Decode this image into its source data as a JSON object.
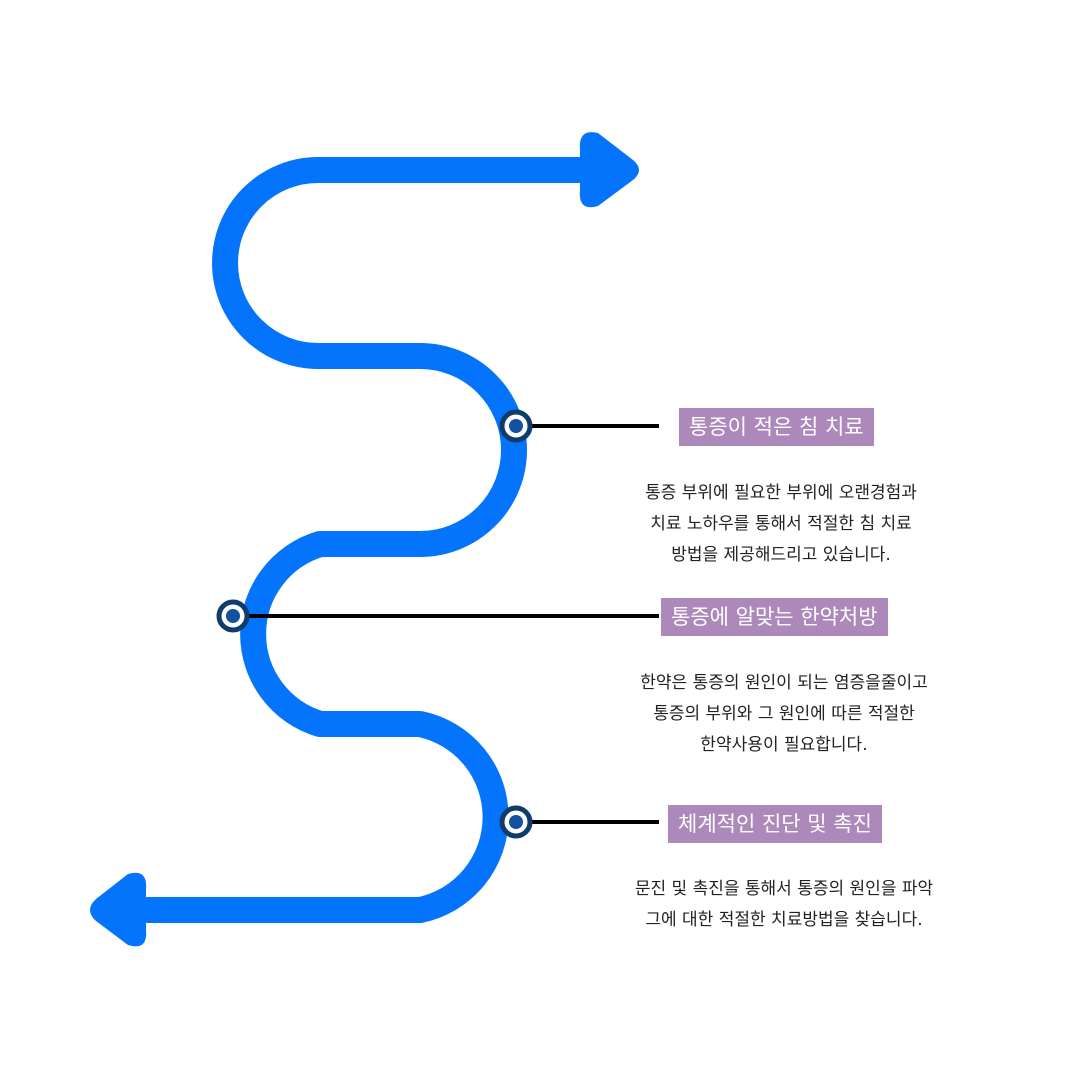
{
  "colors": {
    "path": "#0474fc",
    "marker_ring": "#0f3c6a",
    "marker_dot": "#1452a0",
    "connector": "#000000",
    "label_bg": "#ad89bb",
    "label_text": "#ffffff",
    "body_text": "#222222"
  },
  "steps": [
    {
      "title": "통증이 적은 침 치료",
      "lines": [
        "통증 부위에 필요한 부위에 오랜경험과",
        "치료 노하우를 통해서 적절한 침 치료",
        "방법을 제공해드리고 있습니다."
      ]
    },
    {
      "title": "통증에 알맞는 한약처방",
      "lines": [
        "한약은 통증의 원인이 되는 염증을줄이고",
        "통증의 부위와 그 원인에 따른 적절한",
        "한약사용이 필요합니다."
      ]
    },
    {
      "title": "체계적인 진단 및 촉진",
      "lines": [
        "문진 및 촉진을 통해서 통증의 원인을 파악",
        "그에 대한 적절한 치료방법을 찾습니다."
      ]
    }
  ]
}
